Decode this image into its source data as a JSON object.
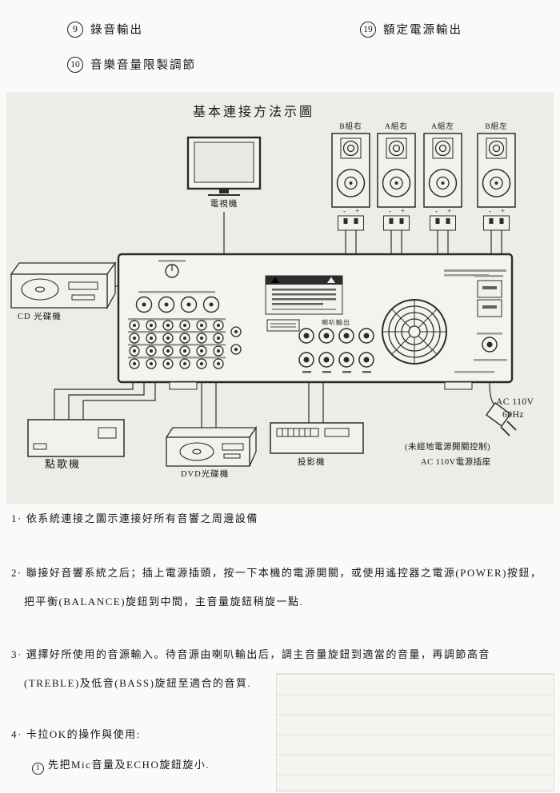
{
  "top_notes": {
    "n9": {
      "num": "9",
      "label": "錄音輸出"
    },
    "n10": {
      "num": "10",
      "label": "音樂音量限製調節"
    },
    "n19": {
      "num": "19",
      "label": "額定電源輸出"
    }
  },
  "diagram": {
    "title": "基本連接方法示圖",
    "tv": {
      "label": "電視機"
    },
    "speakers": [
      {
        "label": "B組右"
      },
      {
        "label": "A組右"
      },
      {
        "label": "A組左"
      },
      {
        "label": "B組左"
      }
    ],
    "terminal": {
      "minus": "-",
      "plus": "+"
    },
    "amp": {
      "speaker_out_label": "喇叭輸出"
    },
    "devices": {
      "cd": "CD 光碟機",
      "karaoke": "點歌機",
      "dvd": "DVD光碟機",
      "projector": "投影機"
    },
    "power": {
      "voltage": "AC 110V",
      "freq": "60Hz",
      "note1": "(未經地電源開關控制)",
      "note2": "AC 110V電源插座"
    }
  },
  "instructions": [
    {
      "marker": "1·",
      "lines": [
        "依系統連接之圖示連接好所有音響之周邊設備"
      ]
    },
    {
      "marker": "2·",
      "lines": [
        "聯接好音響系統之后；插上電源插頭，按一下本機的電源開關，或使用遙控器之電源(POWER)按鈕，",
        "把平衡(BALANCE)旋鈕到中間，主音量旋鈕稍旋一點."
      ]
    },
    {
      "marker": "3·",
      "lines": [
        "選擇好所使用的音源輸入。待音源由喇叭輸出后，調主音量旋鈕到適當的音量，再調節高音",
        "(TREBLE)及低音(BASS)旋鈕至適合的音質."
      ]
    },
    {
      "marker": "4·",
      "lines": [
        "卡拉OK的操作與使用:"
      ]
    }
  ],
  "sub_instruction": {
    "num": "1",
    "text": "先把Mic音量及ECHO旋鈕旋小."
  }
}
